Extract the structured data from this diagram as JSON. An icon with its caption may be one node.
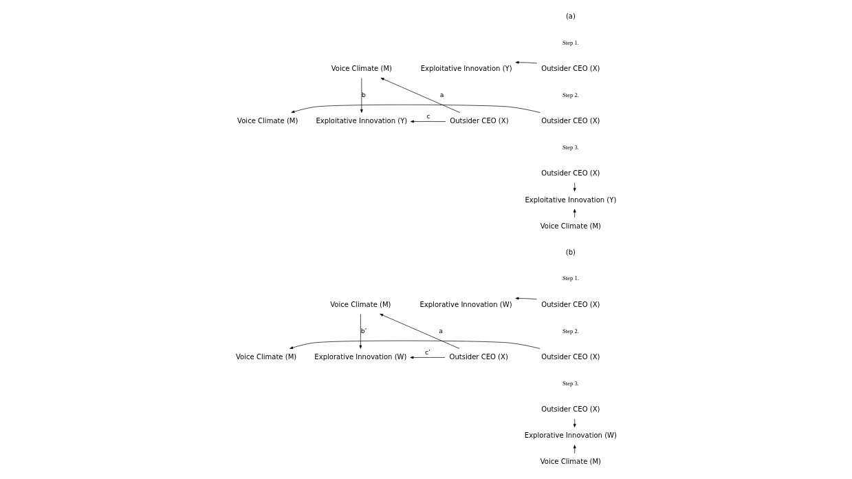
{
  "diagram": {
    "nodes": [
      {
        "text": [
          "Outsider CEO (X)"
        ]
      },
      {
        "text": [
          "Exploitative Innovation (Y)"
        ]
      },
      {
        "text": [
          "Outsider CEO (X)"
        ]
      },
      {
        "text": [
          "Voice Climate (M)"
        ]
      },
      {
        "text": [
          "Outsider CEO (X)"
        ]
      },
      {
        "text": [
          "Voice Climate (M)"
        ]
      },
      {
        "text": [
          "Exploitative Innovation (Y)"
        ]
      },
      {
        "text": [
          "Voice Climate (M)"
        ]
      },
      {
        "text": [
          "Outsider CEO (X)"
        ]
      },
      {
        "text": [
          "Exploitative Innovation (Y)"
        ]
      },
      {
        "text": [
          "Outsider CEO (X)"
        ]
      },
      {
        "text": [
          "Explorative Innovation (W)"
        ]
      },
      {
        "text": [
          "Outsider CEO (X)"
        ]
      },
      {
        "text": [
          "Voice Climate (M)"
        ]
      },
      {
        "text": [
          "Outsider CEO (X)"
        ]
      },
      {
        "text": [
          "Voice Climate (M)"
        ]
      },
      {
        "text": [
          "Explorative Innovation (W)"
        ]
      },
      {
        "text": [
          "Voice Climate (M)"
        ]
      },
      {
        "text": [
          "Outsider CEO (X)"
        ]
      },
      {
        "text": [
          "Explorative Innovation (W)"
        ]
      }
    ],
    "edges": [
      {
        "from": 0,
        "to": 1,
        "arrow": "to"
      },
      {
        "from": 2,
        "to": 3,
        "arrow": "to"
      },
      {
        "from": 4,
        "to": 6,
        "arrow": "to"
      },
      {
        "from": 5,
        "to": 6,
        "arrow": "to"
      },
      {
        "from": 8,
        "to": 7,
        "label": "a",
        "arrow": "to"
      },
      {
        "from": 7,
        "to": 9,
        "label": "b",
        "arrow": "to"
      },
      {
        "from": 8,
        "to": 9,
        "label": "c",
        "arrow": "to"
      },
      {
        "from": 10,
        "to": 11,
        "arrow": "to"
      },
      {
        "from": 12,
        "to": 13,
        "arrow": "to"
      },
      {
        "from": 14,
        "to": 16,
        "arrow": "to"
      },
      {
        "from": 15,
        "to": 16,
        "arrow": "to"
      },
      {
        "from": 18,
        "to": 17,
        "label": "a",
        "arrow": "to"
      },
      {
        "from": 17,
        "to": 19,
        "label": "b’",
        "arrow": "to"
      },
      {
        "from": 18,
        "to": 19,
        "label": "c’",
        "arrow": "to"
      }
    ],
    "labels": [
      "(a)",
      "Step 1.",
      "Step 2.",
      "Step 3.",
      "(b)",
      "Step 1.",
      "Step 2.",
      "Step 3."
    ]
  }
}
